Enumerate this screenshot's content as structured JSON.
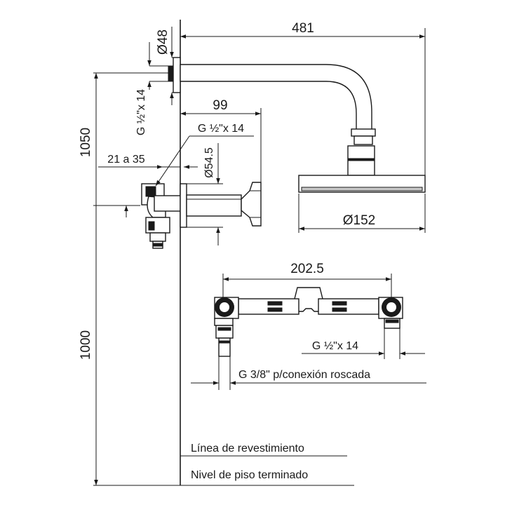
{
  "dimensions": {
    "wall_flange_diameter": "Ø48",
    "arm_length": "481",
    "arm_thread": "G ½\"x 14",
    "valve_depth": "99",
    "valve_thread": "G ½\"x 14",
    "shower_height": "1050",
    "recess_range": "21 a 35",
    "escutcheon_diameter": "Ø54.5",
    "head_diameter": "Ø152",
    "valve_height": "1000",
    "mixer_width": "202.5",
    "mixer_outlet_thread": "G ½\"x 14",
    "mixer_inlet_thread": "G 3/8\" p/conexión roscada"
  },
  "legend": {
    "wall_line": "Línea de revestimiento",
    "floor_line": "Nivel de piso terminado"
  }
}
